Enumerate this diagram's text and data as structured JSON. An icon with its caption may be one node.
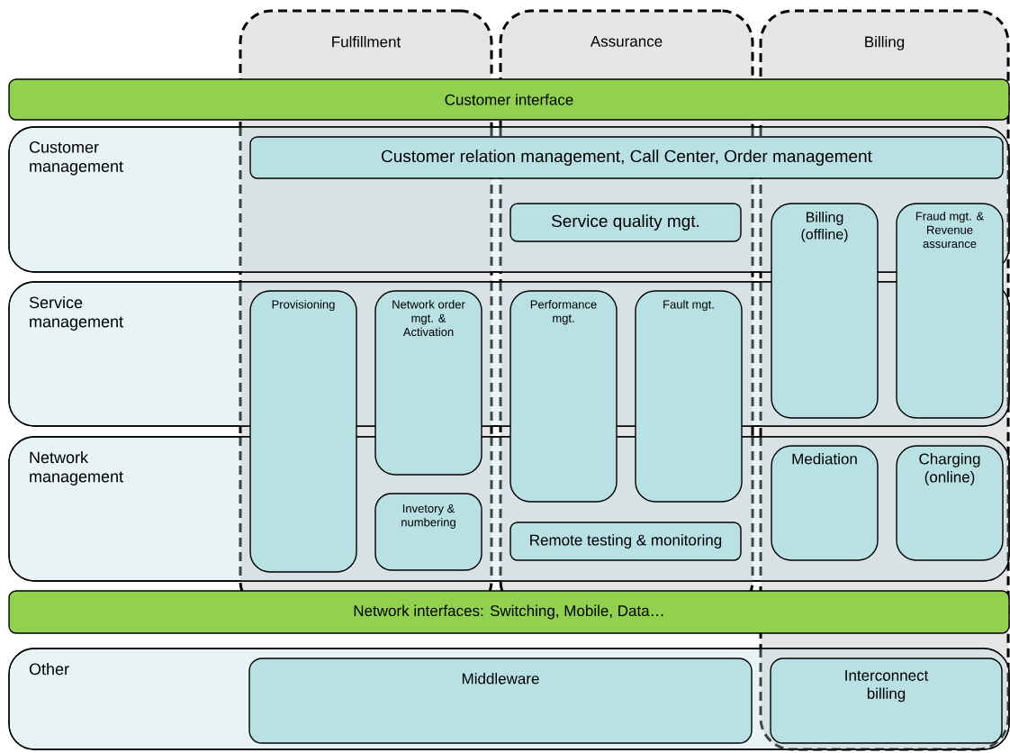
{
  "diagram": {
    "nodes": [
      {
        "text": [
          "Fulfillment"
        ]
      },
      {
        "text": [
          "Assurance"
        ]
      },
      {
        "text": [
          "Billing"
        ]
      },
      {
        "text": [
          "Customer interface"
        ]
      },
      {
        "text": [
          "Customer management"
        ]
      },
      {
        "text": [
          "Customer relation management, Call Center, Order management"
        ],
        "in": 4
      },
      {
        "text": [
          "Service quality mgt."
        ]
      },
      {
        "text": [
          "Billing (offline)"
        ],
        "in": 2
      },
      {
        "text": [
          "Fraud mgt. & Revenue assurance"
        ],
        "in": 2
      },
      {
        "text": [
          "Service management"
        ]
      },
      {
        "text": [
          "Provisioning"
        ],
        "in": 0
      },
      {
        "text": [
          "Network order mgt. & Activation"
        ],
        "in": 0
      },
      {
        "text": [
          "Performance mgt."
        ],
        "in": 1
      },
      {
        "text": [
          "Fault mgt."
        ],
        "in": 1
      },
      {
        "text": [
          "Network management"
        ]
      },
      {
        "text": [
          "Invetory & numbering"
        ]
      },
      {
        "text": [
          "Remote testing & monitoring"
        ]
      },
      {
        "text": [
          "Mediation"
        ]
      },
      {
        "text": [
          "Charging (online)"
        ]
      },
      {
        "text": [
          "Network interfaces: Switching, Mobile, Data…"
        ]
      },
      {
        "text": [
          "Other"
        ]
      },
      {
        "text": [
          "Middleware"
        ],
        "in": 20
      },
      {
        "text": [
          "Interconnect billing"
        ]
      }
    ]
  }
}
